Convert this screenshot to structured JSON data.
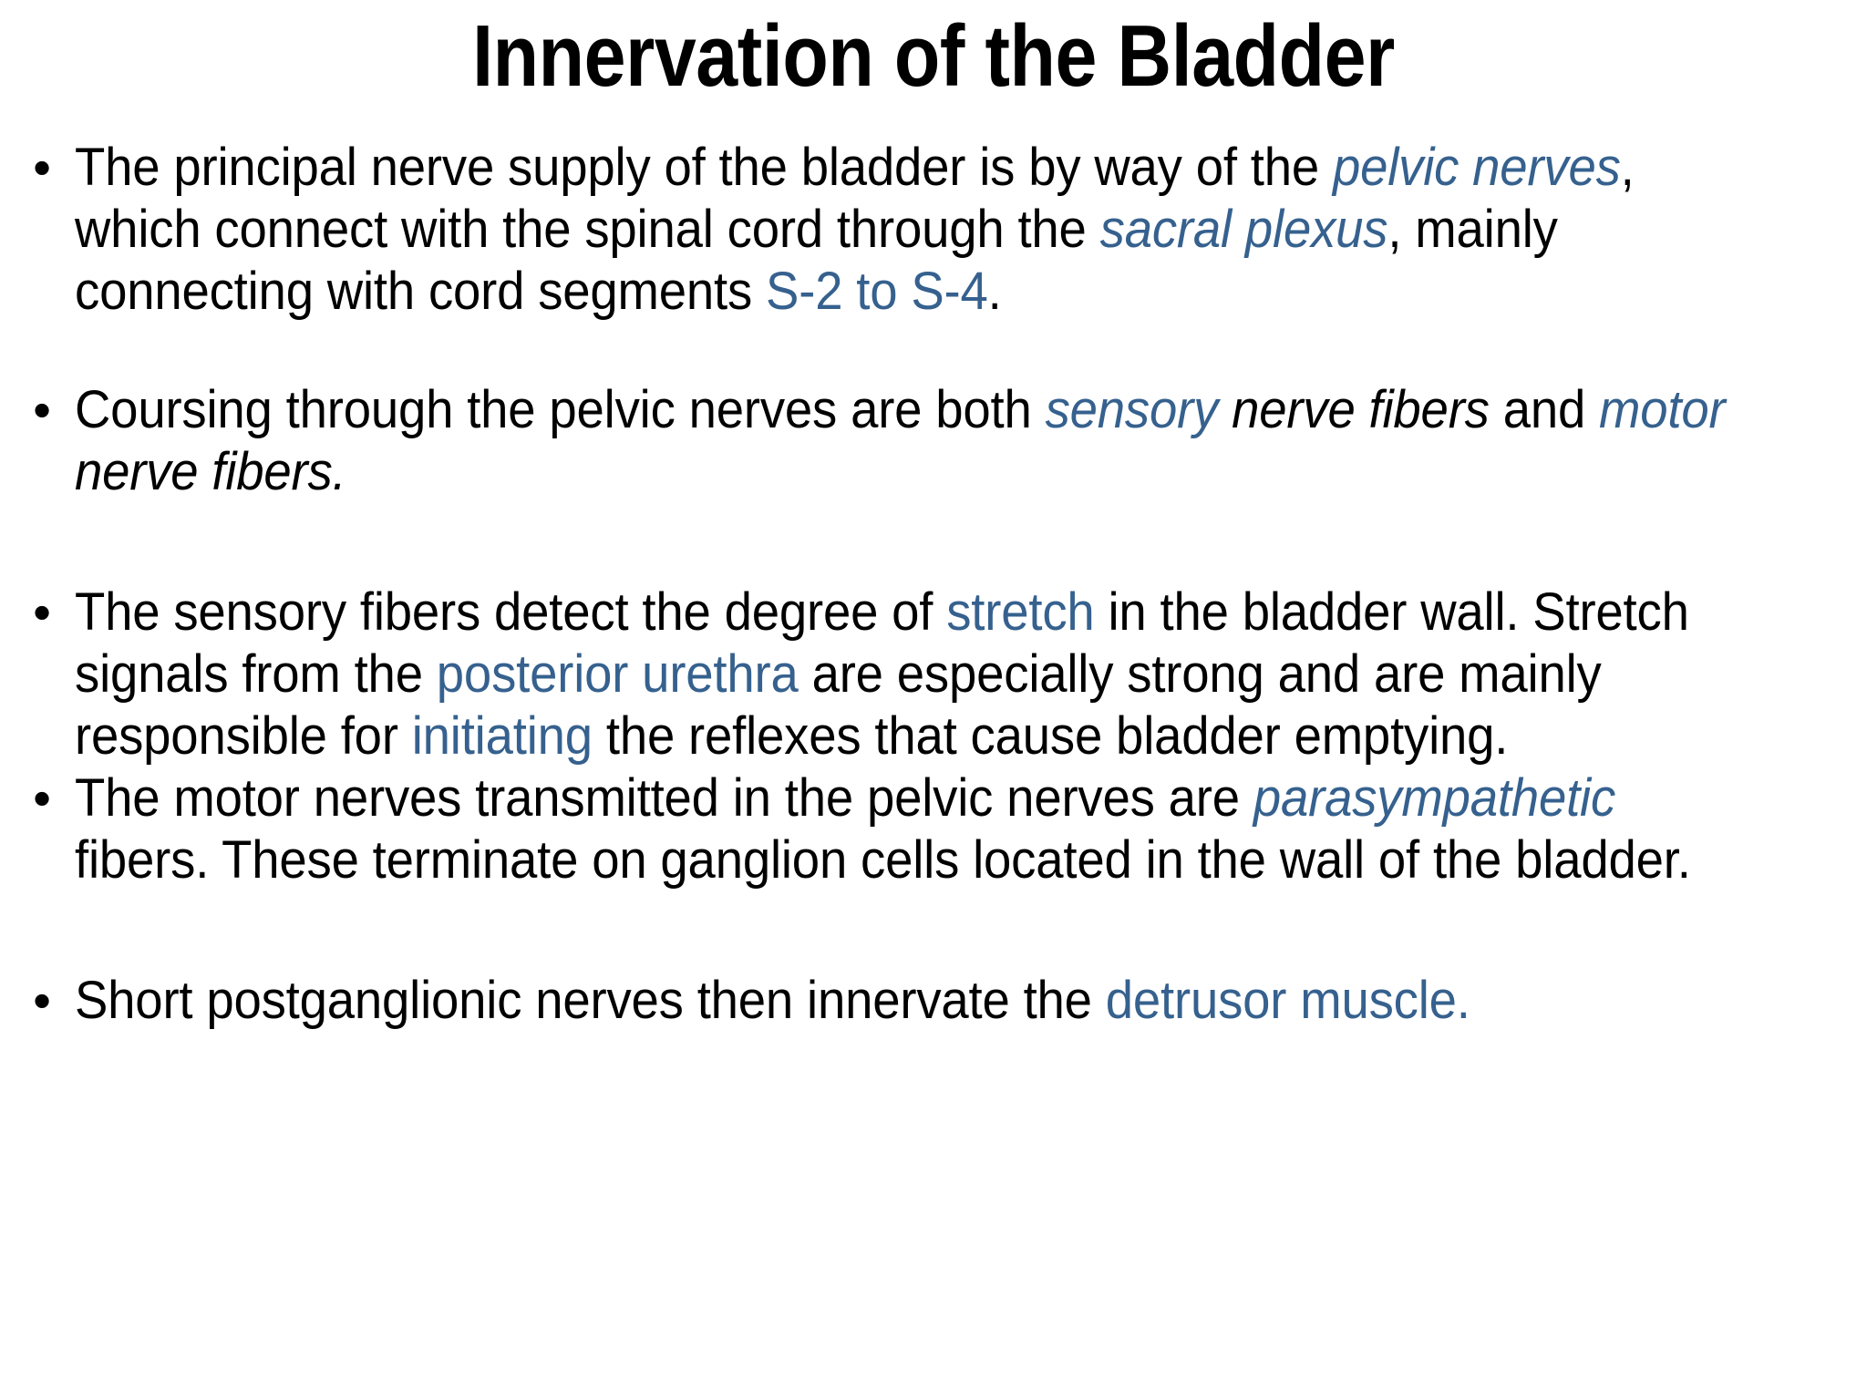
{
  "slide": {
    "title": "Innervation of the Bladder",
    "accent_color": "#36618E",
    "text_color": "#000000",
    "background_color": "#FFFFFF",
    "bullet_glyph": "•",
    "bullets": [
      {
        "id": "bullet-principal-nerve-supply",
        "runs": [
          {
            "text": "The principal nerve supply of the bladder is by way of the ",
            "style": "plain"
          },
          {
            "text": "pelvic nerves",
            "style": "accent-italic"
          },
          {
            "text": ", which connect with the spinal cord through the ",
            "style": "plain"
          },
          {
            "text": "sacral plexus",
            "style": "accent-italic"
          },
          {
            "text": ", mainly connecting with cord segments ",
            "style": "plain"
          },
          {
            "text": "S-2 to S-4",
            "style": "accent"
          },
          {
            "text": ".",
            "style": "plain"
          }
        ]
      },
      {
        "id": "bullet-coursing-sensory-motor",
        "runs": [
          {
            "text": " Coursing through the pelvic nerves are both ",
            "style": "plain"
          },
          {
            "text": "sensory",
            "style": "accent-italic"
          },
          {
            "text": " nerve fibers",
            "style": "black-italic"
          },
          {
            "text": " and ",
            "style": "plain"
          },
          {
            "text": "motor",
            "style": "accent-italic"
          },
          {
            "text": " nerve fibers.",
            "style": "black-italic"
          }
        ]
      },
      {
        "id": "bullet-sensory-fibers-stretch",
        "runs": [
          {
            "text": "The sensory fibers detect the degree of ",
            "style": "plain"
          },
          {
            "text": "stretch",
            "style": "accent"
          },
          {
            "text": " in the bladder wall. Stretch signals from the ",
            "style": "plain"
          },
          {
            "text": "posterior urethra",
            "style": "accent"
          },
          {
            "text": " are especially strong and are mainly responsible for ",
            "style": "plain"
          },
          {
            "text": "initiating",
            "style": "accent"
          },
          {
            "text": " the reflexes that cause bladder emptying.",
            "style": "plain"
          }
        ]
      },
      {
        "id": "bullet-motor-nerves-parasympathetic",
        "runs": [
          {
            "text": "The motor nerves transmitted in the pelvic nerves are ",
            "style": "plain"
          },
          {
            "text": "parasympathetic",
            "style": "accent-italic"
          },
          {
            "text": " fibers. These terminate on ganglion cells located in the wall of the bladder.",
            "style": "plain"
          }
        ]
      },
      {
        "id": "bullet-postganglionic-detrusor",
        "runs": [
          {
            "text": "Short postganglionic nerves then innervate the ",
            "style": "plain"
          },
          {
            "text": "detrusor muscle.",
            "style": "accent"
          }
        ]
      }
    ]
  }
}
